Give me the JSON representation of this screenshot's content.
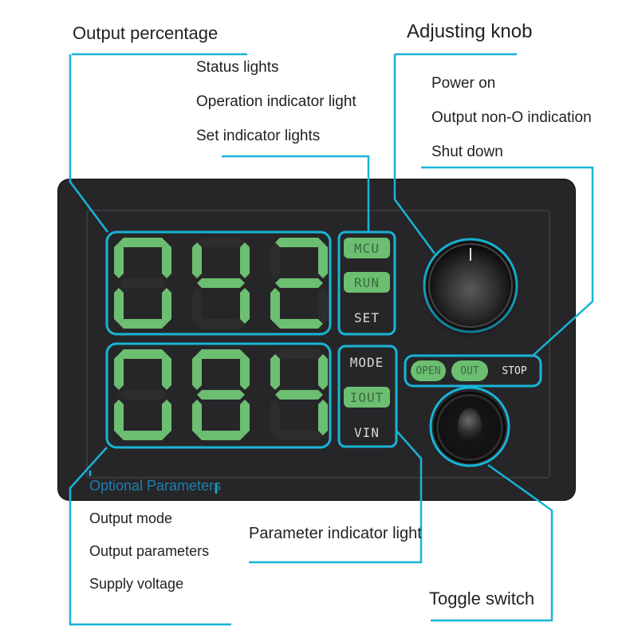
{
  "labels": {
    "output_percentage": "Output percentage",
    "status_lights": "Status lights",
    "operation_indicator": "Operation indicator light",
    "set_indicator": "Set indicator lights",
    "adjusting_knob": "Adjusting knob",
    "power_on": "Power on",
    "output_nonzero": "Output non-O indication",
    "shut_down": "Shut down",
    "optional_params": "Optional Parameters",
    "output_mode": "Output mode",
    "output_params": "Output parameters",
    "supply_voltage": "Supply voltage",
    "parameter_indicator": "Parameter indicator light",
    "toggle_switch": "Toggle switch"
  },
  "display": {
    "top_digits": "042",
    "bottom_digits": "084"
  },
  "indicators_top": [
    {
      "text": "MCU",
      "state": "on"
    },
    {
      "text": "RUN",
      "state": "on"
    },
    {
      "text": "SET",
      "state": "off"
    }
  ],
  "indicators_bottom": [
    {
      "text": "MODE",
      "state": "off"
    },
    {
      "text": "IOUT",
      "state": "on"
    },
    {
      "text": "VIN",
      "state": "off"
    }
  ],
  "status_pills": [
    {
      "text": "OPEN",
      "state": "on"
    },
    {
      "text": "OUT",
      "state": "on"
    },
    {
      "text": "STOP",
      "state": "off"
    }
  ],
  "colors": {
    "callout": "#18b4d6",
    "segment_on": "#6cbe71",
    "segment_off": "#2c2d2c",
    "body": "#262628"
  }
}
